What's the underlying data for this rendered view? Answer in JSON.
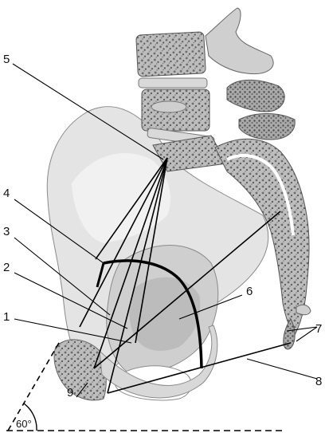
{
  "labels": {
    "l1": "1",
    "l2": "2",
    "l3": "3",
    "l4": "4",
    "l5": "5",
    "l6": "6",
    "l7": "7",
    "l8": "8",
    "l9": "9"
  },
  "angle_label": "60°",
  "colors": {
    "bone_light": "#e6e6e6",
    "bone_mid": "#c8c8c8",
    "bone_dark": "#8a8a8a",
    "line": "#000000",
    "background": "#ffffff"
  }
}
